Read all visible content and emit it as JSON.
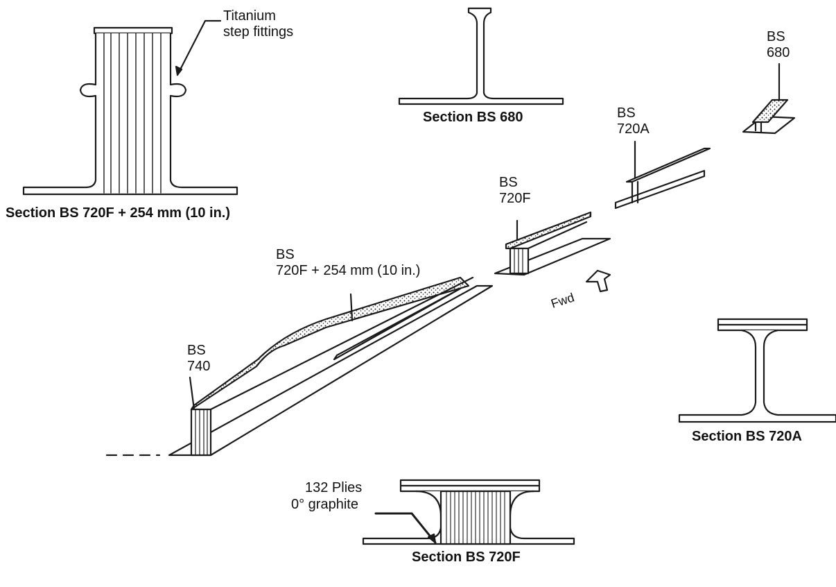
{
  "labels": {
    "titanium_step_fittings": "Titanium\nstep fittings",
    "section_bs_680": "Section BS 680",
    "bs_680": "BS\n680",
    "bs_720a": "BS\n720A",
    "bs_720f": "BS\n720F",
    "section_bs_720f_254": "Section BS 720F + 254 mm (10 in.)",
    "bs_720f_254": "BS\n720F + 254 mm (10 in.)",
    "fwd": "Fwd",
    "bs_740": "BS\n740",
    "section_bs_720a": "Section BS 720A",
    "plies_132": "132 Plies",
    "graphite_0": "0° graphite",
    "section_bs_720f": "Section BS 720F"
  },
  "colors": {
    "line": "#1a1a1a",
    "background": "#ffffff"
  }
}
